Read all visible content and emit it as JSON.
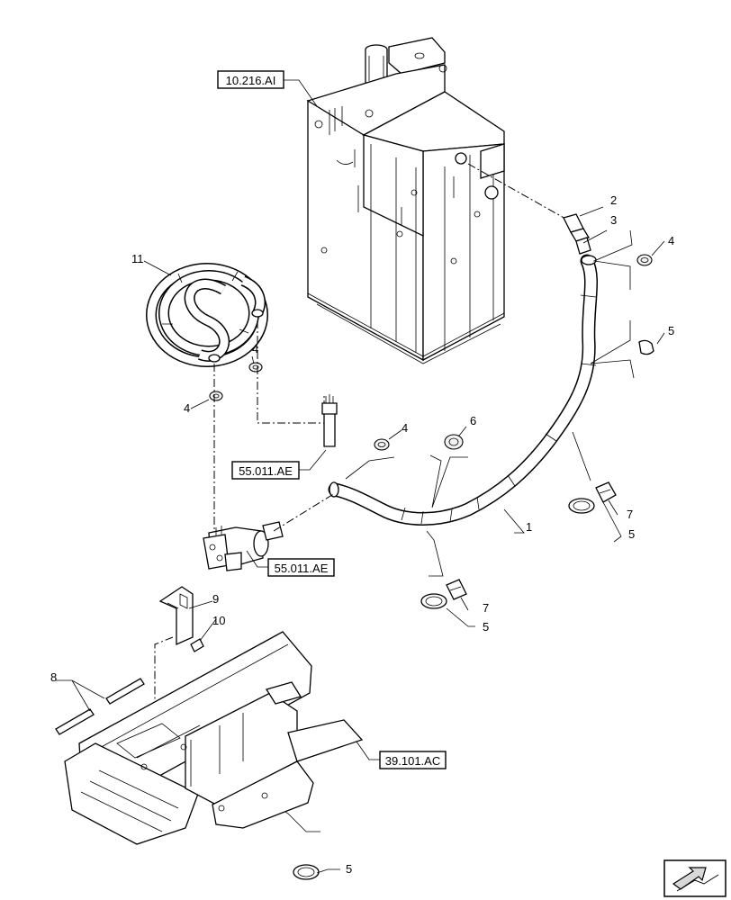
{
  "references": {
    "tank": "10.216.AI",
    "wire_lower": "55.011.AE",
    "unit": "55.011.AE",
    "frame": "39.101.AC"
  },
  "callouts": {
    "n1": "1",
    "n2": "2",
    "n3": "3",
    "n4_right": "4",
    "n4_hose_top": "4",
    "n4_hose_left": "4",
    "n4_mid": "4",
    "n5_right": "5",
    "n5_lower_right": "5",
    "n5_mid": "5",
    "n5_bottom": "5",
    "n6": "6",
    "n7_right": "7",
    "n7_mid": "7",
    "n8": "8",
    "n9": "9",
    "n10": "10",
    "n11": "11"
  },
  "icons": {
    "nav": "view-direction-arrow-icon"
  }
}
